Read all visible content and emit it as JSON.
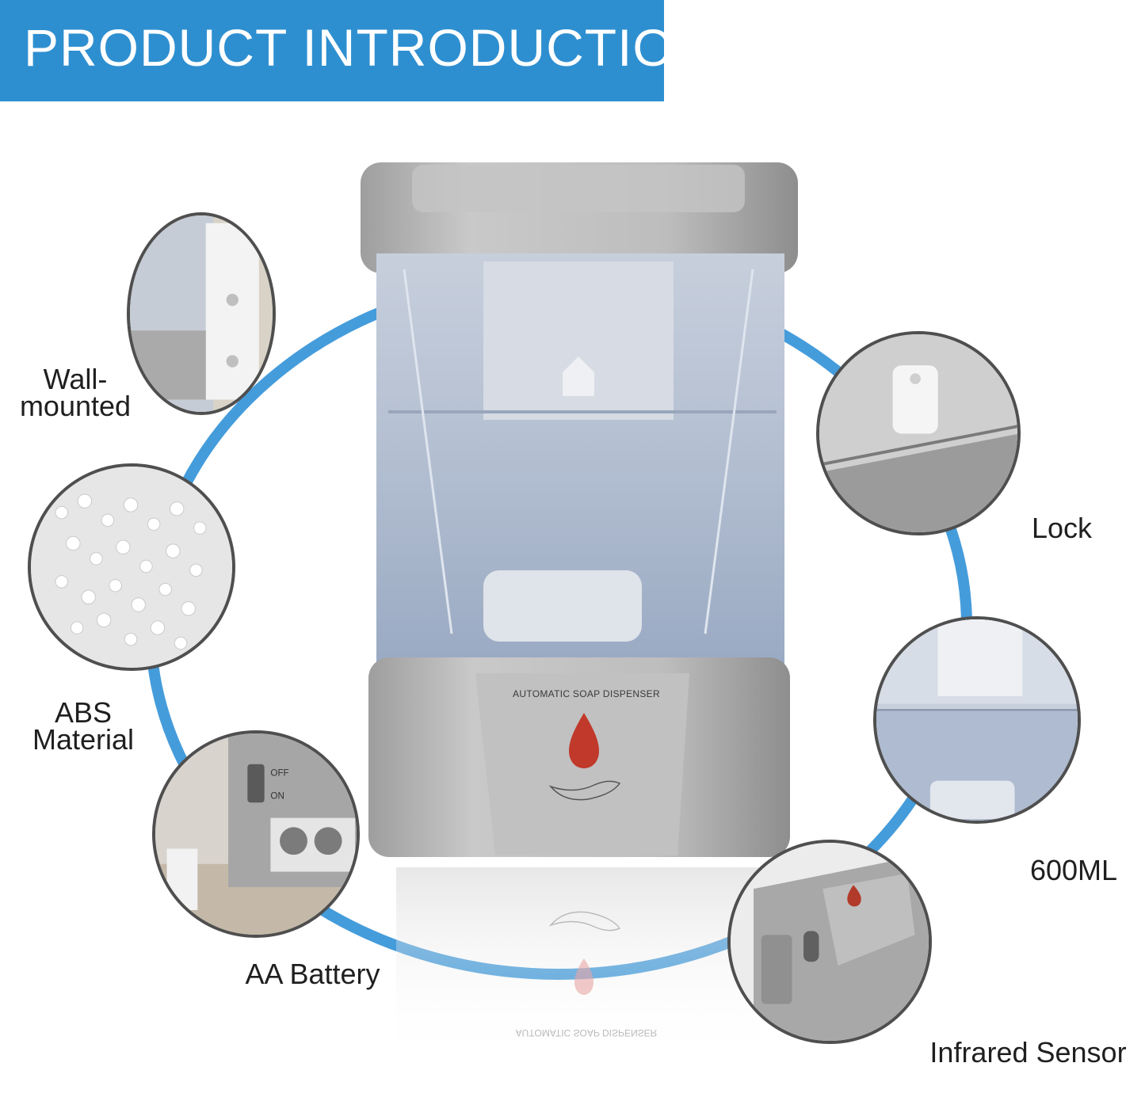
{
  "banner": {
    "title": "PRODUCT INTRODUCTION",
    "color": "#2e8fd0"
  },
  "product": {
    "front_text": "AUTOMATIC SOAP DISPENSER",
    "body_color": "#b5b5b5",
    "tank_color": "#a9b7cc"
  },
  "features": [
    {
      "label_line1": "Wall-",
      "label_line2": "mounted"
    },
    {
      "label_line1": "ABS",
      "label_line2": "Material"
    },
    {
      "label_line1": "AA Battery"
    },
    {
      "label_line1": "Lock"
    },
    {
      "label_line1": "600ML"
    },
    {
      "label_line1": "Infrared Sensor"
    }
  ],
  "battery_switch": {
    "off": "OFF",
    "on": "ON"
  },
  "icons": [
    "hand-sensor-icon",
    "infrared-drop-icon",
    "lock-tab-icon"
  ]
}
